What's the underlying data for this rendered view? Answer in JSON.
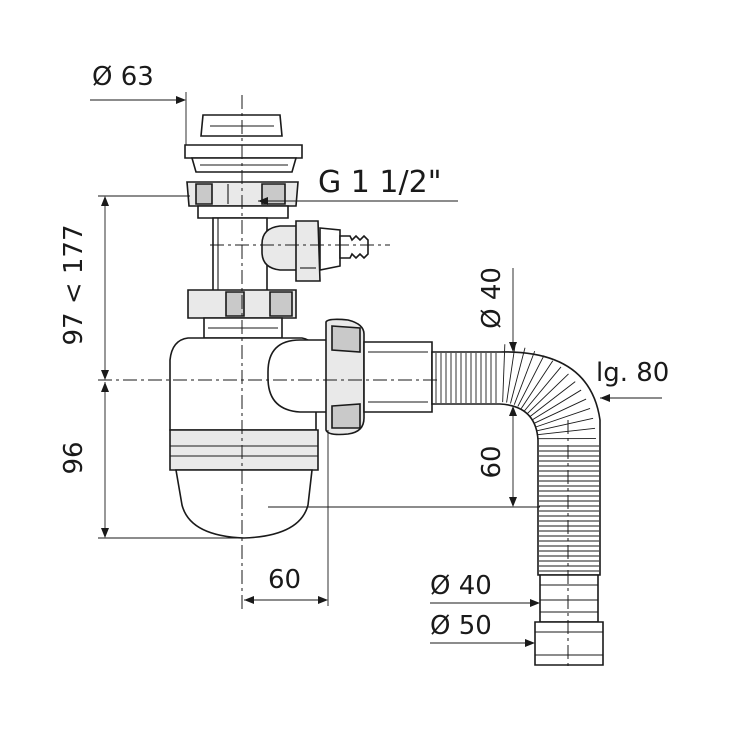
{
  "dimensions": {
    "top_diameter": "Ø 63",
    "thread": "G 1 1/2\"",
    "height_range": "97 < 177",
    "bowl_height": "96",
    "outlet_diameter": "Ø 40",
    "length_label": "lg. 80",
    "hose_drop": "60",
    "outlet_offset": "60",
    "end_inner_diameter": "Ø 40",
    "end_outer_diameter": "Ø 50"
  }
}
